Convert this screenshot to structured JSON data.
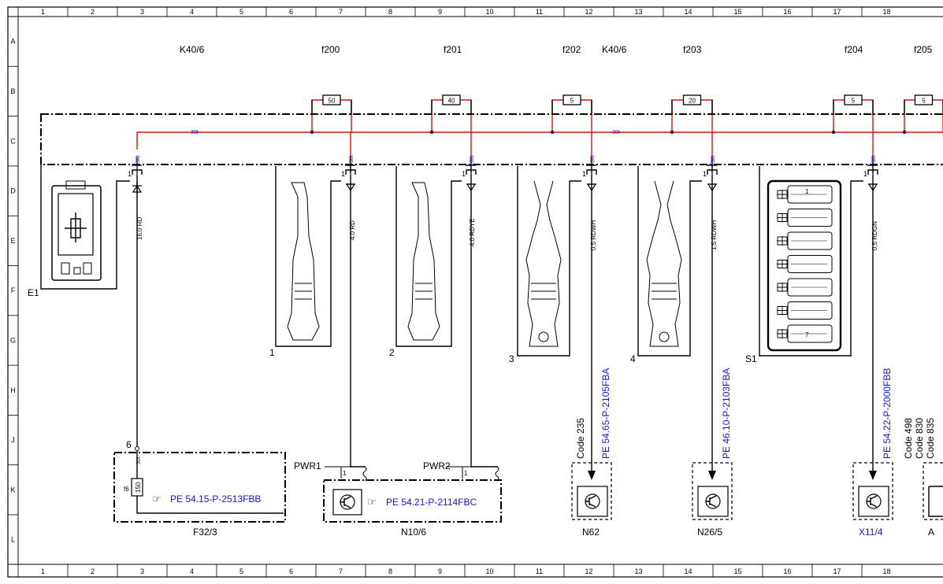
{
  "grid": {
    "columns": [
      "1",
      "2",
      "3",
      "4",
      "5",
      "6",
      "7",
      "8",
      "9",
      "10",
      "11",
      "12",
      "13",
      "14",
      "15",
      "16",
      "17",
      "18"
    ],
    "rows": [
      "A",
      "B",
      "C",
      "D",
      "E",
      "F",
      "G",
      "H",
      "J",
      "K",
      "L"
    ]
  },
  "top_labels": {
    "k40_left": "K40/6",
    "f200": "f200",
    "f201": "f201",
    "f202": "f202",
    "k40_right": "K40/6",
    "f203": "f203",
    "f204": "f204",
    "f205": "f205"
  },
  "fuses": [
    {
      "id": "f200",
      "rating": "50"
    },
    {
      "id": "f201",
      "rating": "40"
    },
    {
      "id": "f202",
      "rating": "5"
    },
    {
      "id": "f203",
      "rating": "20"
    },
    {
      "id": "f204",
      "rating": "5"
    },
    {
      "id": "f205",
      "rating": "5"
    }
  ],
  "bus_label": "30t",
  "terminal_tag": "30t",
  "pin_one": "1",
  "wires": [
    {
      "size": "16,0 RD"
    },
    {
      "size": "4,0 RD"
    },
    {
      "size": "4,0 RDYE"
    },
    {
      "size": "0,5 RDWH"
    },
    {
      "size": "1,5 RDWH"
    },
    {
      "size": "0,5 RDGN"
    }
  ],
  "components": {
    "e1": "E1",
    "c1": "1",
    "c2": "2",
    "c3": "3",
    "c4": "4",
    "s1": "S1",
    "s1_pin_top": "1",
    "s1_pin_bottom": "7"
  },
  "bottom": {
    "f32_label": "F32/3",
    "f32_pin": "6",
    "f32_tag": "30t",
    "fuse_f6": "f6",
    "fuse_f6_rating": "150",
    "f32_ref": "PE 54.15-P-2513FBB",
    "n10_label": "N10/6",
    "n10_ref": "PE 54.21-P-2114FBC",
    "pwr1": "PWR1",
    "pwr2": "PWR2",
    "n10_pin1": "1",
    "n10_pin2": "1",
    "n62_label": "N62",
    "n62_code": "Code 235",
    "n62_ref": "PE 54.65-P-2105FBA",
    "n26_label": "N26/5",
    "n26_ref": "PE 46.10-P-2103FBA",
    "x11_label": "X11/4",
    "x11_ref": "PE 54.22-P-2000FBB",
    "code_498": "Code 498",
    "code_830": "Code 830",
    "code_835": "Code 835",
    "right_cut": "A"
  },
  "colors": {
    "bus": "#e01010",
    "reference": "#1414e6",
    "ink": "#000000"
  }
}
